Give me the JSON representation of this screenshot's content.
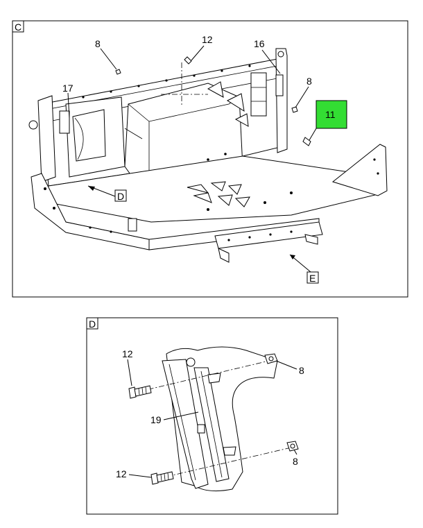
{
  "views": {
    "main": {
      "label": "C"
    },
    "detail": {
      "label": "D"
    }
  },
  "callouts": {
    "main": {
      "c8a": "8",
      "c12": "12",
      "c16": "16",
      "c8b": "8",
      "c17": "17",
      "c11": "11",
      "boxD": "D",
      "boxE": "E"
    },
    "detail": {
      "c12a": "12",
      "c8a": "8",
      "c19": "19",
      "c12b": "12",
      "c8b": "8"
    }
  },
  "colors": {
    "highlight": "#33dd33",
    "line": "#000000",
    "background": "#ffffff"
  }
}
